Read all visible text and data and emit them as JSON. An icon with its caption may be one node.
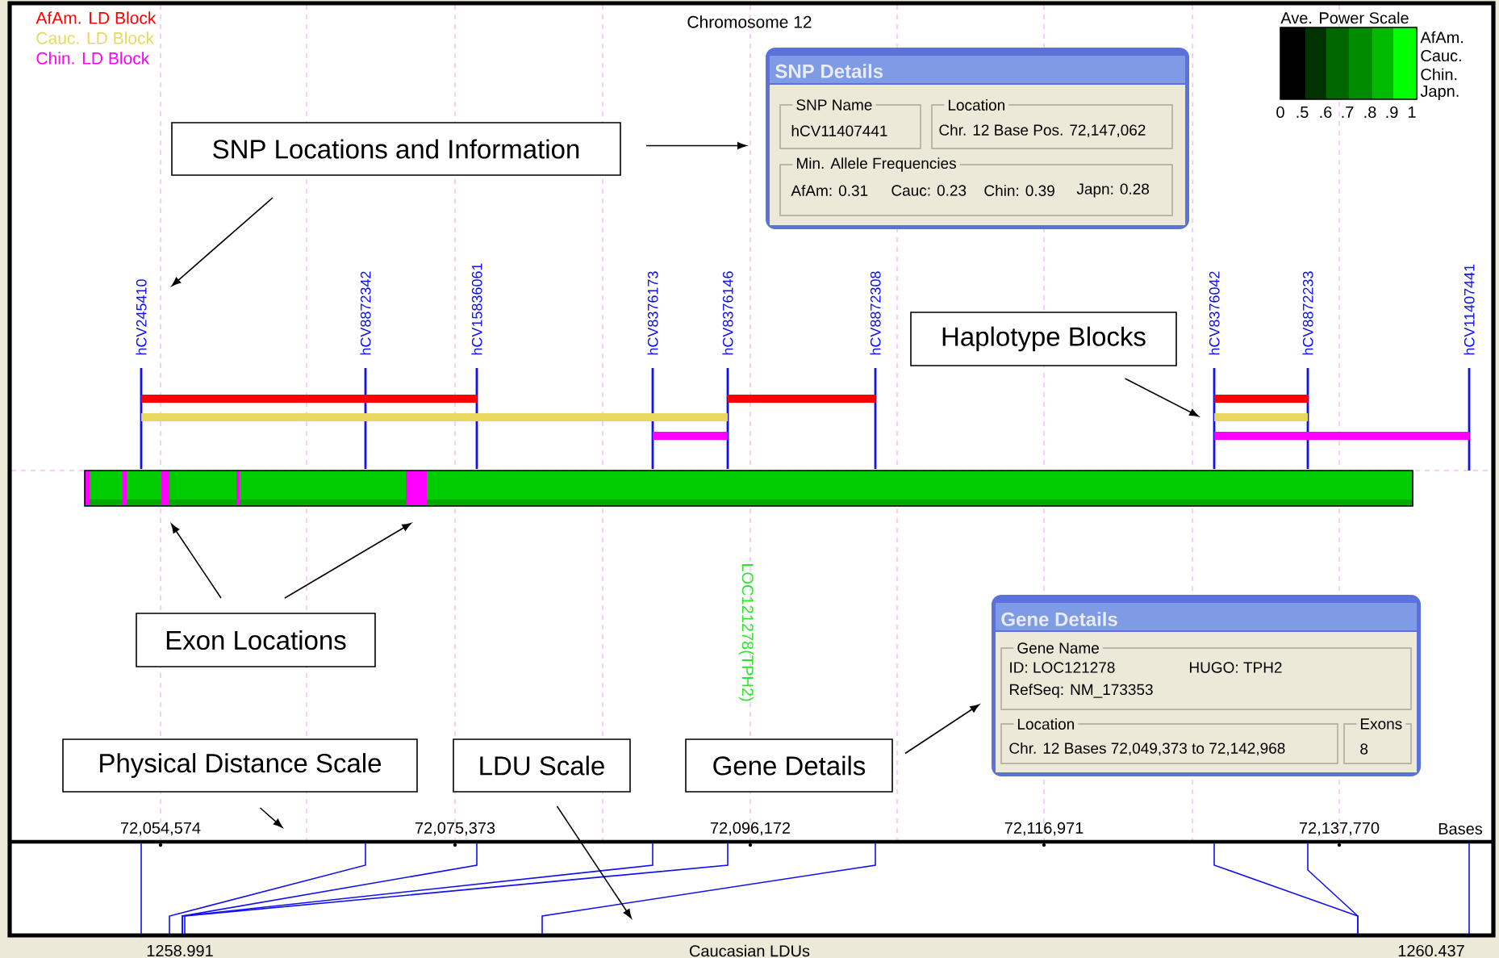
{
  "diagram": {
    "title": "Chromosome 12",
    "nodes": [
      {
        "text": [
          "SNP Details"
        ]
      },
      {
        "text": [
          "SNP Name",
          "hCV11407441"
        ],
        "in": 0
      },
      {
        "text": [
          "Location",
          "Chr. 12 Base Pos. 72,147,062"
        ],
        "in": 0
      },
      {
        "text": [
          "Min. Allele Frequencies",
          "AfAm: 0.31",
          "Cauc: 0.23",
          "Chin: 0.39",
          "Japn: 0.28"
        ],
        "in": 0
      },
      {
        "text": [
          "SNP Locations and Information"
        ]
      },
      {
        "text": [
          "Haplotype Blocks"
        ]
      },
      {
        "text": [
          "Exon Locations"
        ]
      },
      {
        "text": [
          "Gene Details"
        ]
      },
      {
        "text": [
          "Gene Name",
          "ID: LOC121278",
          "HUGO: TPH2",
          "RefSeq: NM_173353"
        ],
        "in": 7
      },
      {
        "text": [
          "Location",
          "Chr. 12 Bases 72,049,373 to 72,142,968"
        ],
        "in": 7
      },
      {
        "text": [
          "Exons",
          "8"
        ],
        "in": 7
      },
      {
        "text": [
          "Physical Distance Scale"
        ]
      },
      {
        "text": [
          "LDU Scale"
        ]
      },
      {
        "text": [
          "Gene Details"
        ]
      },
      {
        "text": [],
        "shape": "bar"
      }
    ],
    "edges": [
      {
        "from": 4,
        "to": 0,
        "arrow": "to"
      },
      {
        "from": 4,
        "to": null,
        "arrow": "to"
      },
      {
        "from": 5,
        "to": null,
        "arrow": "to"
      },
      {
        "from": 6,
        "to": 14,
        "arrow": "to"
      },
      {
        "from": 6,
        "to": 14,
        "arrow": "to"
      },
      {
        "from": 13,
        "to": 7,
        "arrow": "to"
      },
      {
        "from": 11,
        "to": null,
        "arrow": "to"
      },
      {
        "from": 12,
        "to": null,
        "arrow": "to"
      }
    ],
    "labels": [
      "Ave. Power Scale",
      "AfAm.",
      "Cauc.",
      "Chin.",
      "Japn.",
      "0",
      ".5",
      ".6",
      ".7",
      ".8",
      ".9",
      "1",
      "hCV245410",
      "hCV8872342",
      "hCV15836061",
      "hCV8376173",
      "hCV8376146",
      "hCV8872308",
      "hCV8376042",
      "hCV8872233",
      "hCV11407441",
      "LOC121278(TPH2)",
      "72,054,574",
      "72,075,373",
      "72,096,172",
      "72,116,971",
      "72,137,770",
      "Bases",
      "1258.991",
      "Caucasian LDUs",
      "1260.437"
    ],
    "legend": [
      {
        "text": "AfAm. LD Block",
        "color": "#ff0000"
      },
      {
        "text": "Cauc. LD Block",
        "color": "#e8d860"
      },
      {
        "text": "Chin. LD Block",
        "color": "#ff00ff"
      }
    ]
  }
}
